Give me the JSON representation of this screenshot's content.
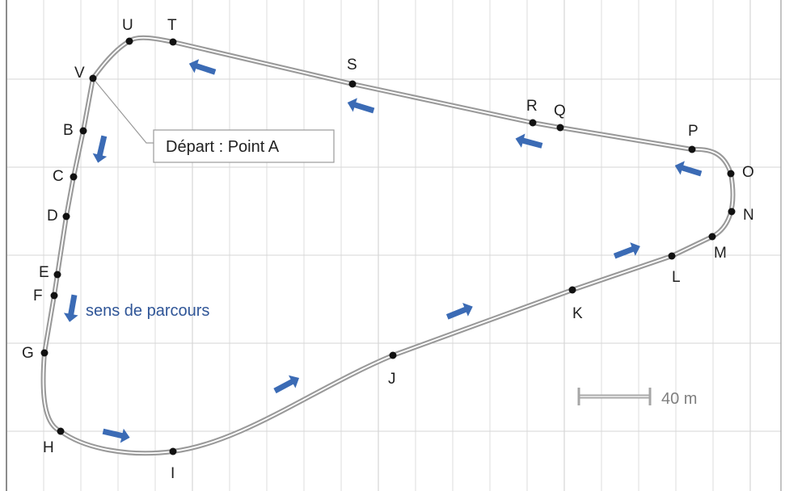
{
  "colors": {
    "grid": "#d6d6d6",
    "border": "#8c8c8c",
    "track": "#9a9a9a",
    "point": "#111111",
    "arrow": "#3b6bb5",
    "caption": "#2f5597",
    "scale": "#a6a6a6"
  },
  "callout": {
    "text": "Départ : Point A"
  },
  "direction_caption": "sens de parcours",
  "scale_bar": {
    "label": "40 m"
  },
  "points": [
    {
      "name": "U"
    },
    {
      "name": "T"
    },
    {
      "name": "V"
    },
    {
      "name": "S"
    },
    {
      "name": "B"
    },
    {
      "name": "R"
    },
    {
      "name": "Q"
    },
    {
      "name": "P"
    },
    {
      "name": "C"
    },
    {
      "name": "O"
    },
    {
      "name": "D"
    },
    {
      "name": "N"
    },
    {
      "name": "M"
    },
    {
      "name": "E"
    },
    {
      "name": "L"
    },
    {
      "name": "F"
    },
    {
      "name": "K"
    },
    {
      "name": "G"
    },
    {
      "name": "J"
    },
    {
      "name": "H"
    },
    {
      "name": "I"
    }
  ]
}
